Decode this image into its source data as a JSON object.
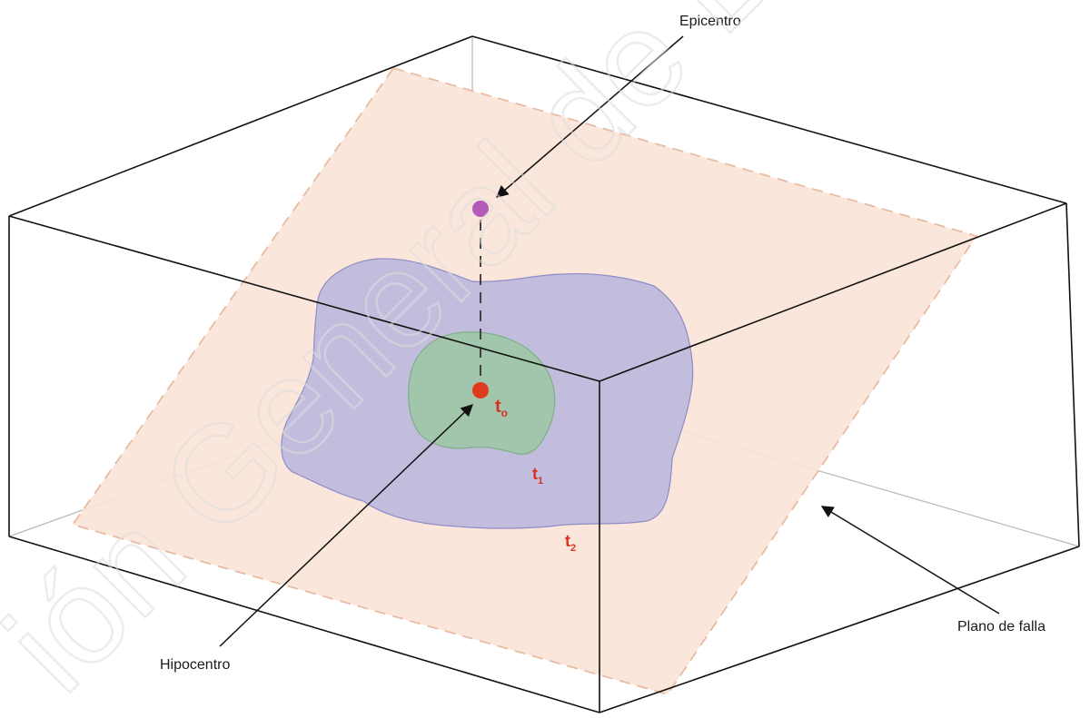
{
  "labels": {
    "epicenter": "Epicentro",
    "hypocenter": "Hipocentro",
    "fault_plane": "Plano de falla",
    "t0": "t",
    "t0_sub": "o",
    "t1": "t",
    "t1_sub": "1",
    "t2": "t",
    "t2_sub": "2"
  },
  "watermark": "ión General de Bibliotec",
  "colors": {
    "fault_plane_fill": "#fbe4d8",
    "fault_plane_edge": "#e6b79b",
    "rupture_t2_fill": "#b9b7dc",
    "rupture_t2_edge": "#8f8cc5",
    "rupture_t1_fill": "#9ec7a6",
    "rupture_t1_edge": "#7fae8a",
    "hypocenter": "#e03a1e",
    "epicenter": "#b45ab8",
    "time_labels": "#d6321f",
    "box_lines": "#111111"
  }
}
